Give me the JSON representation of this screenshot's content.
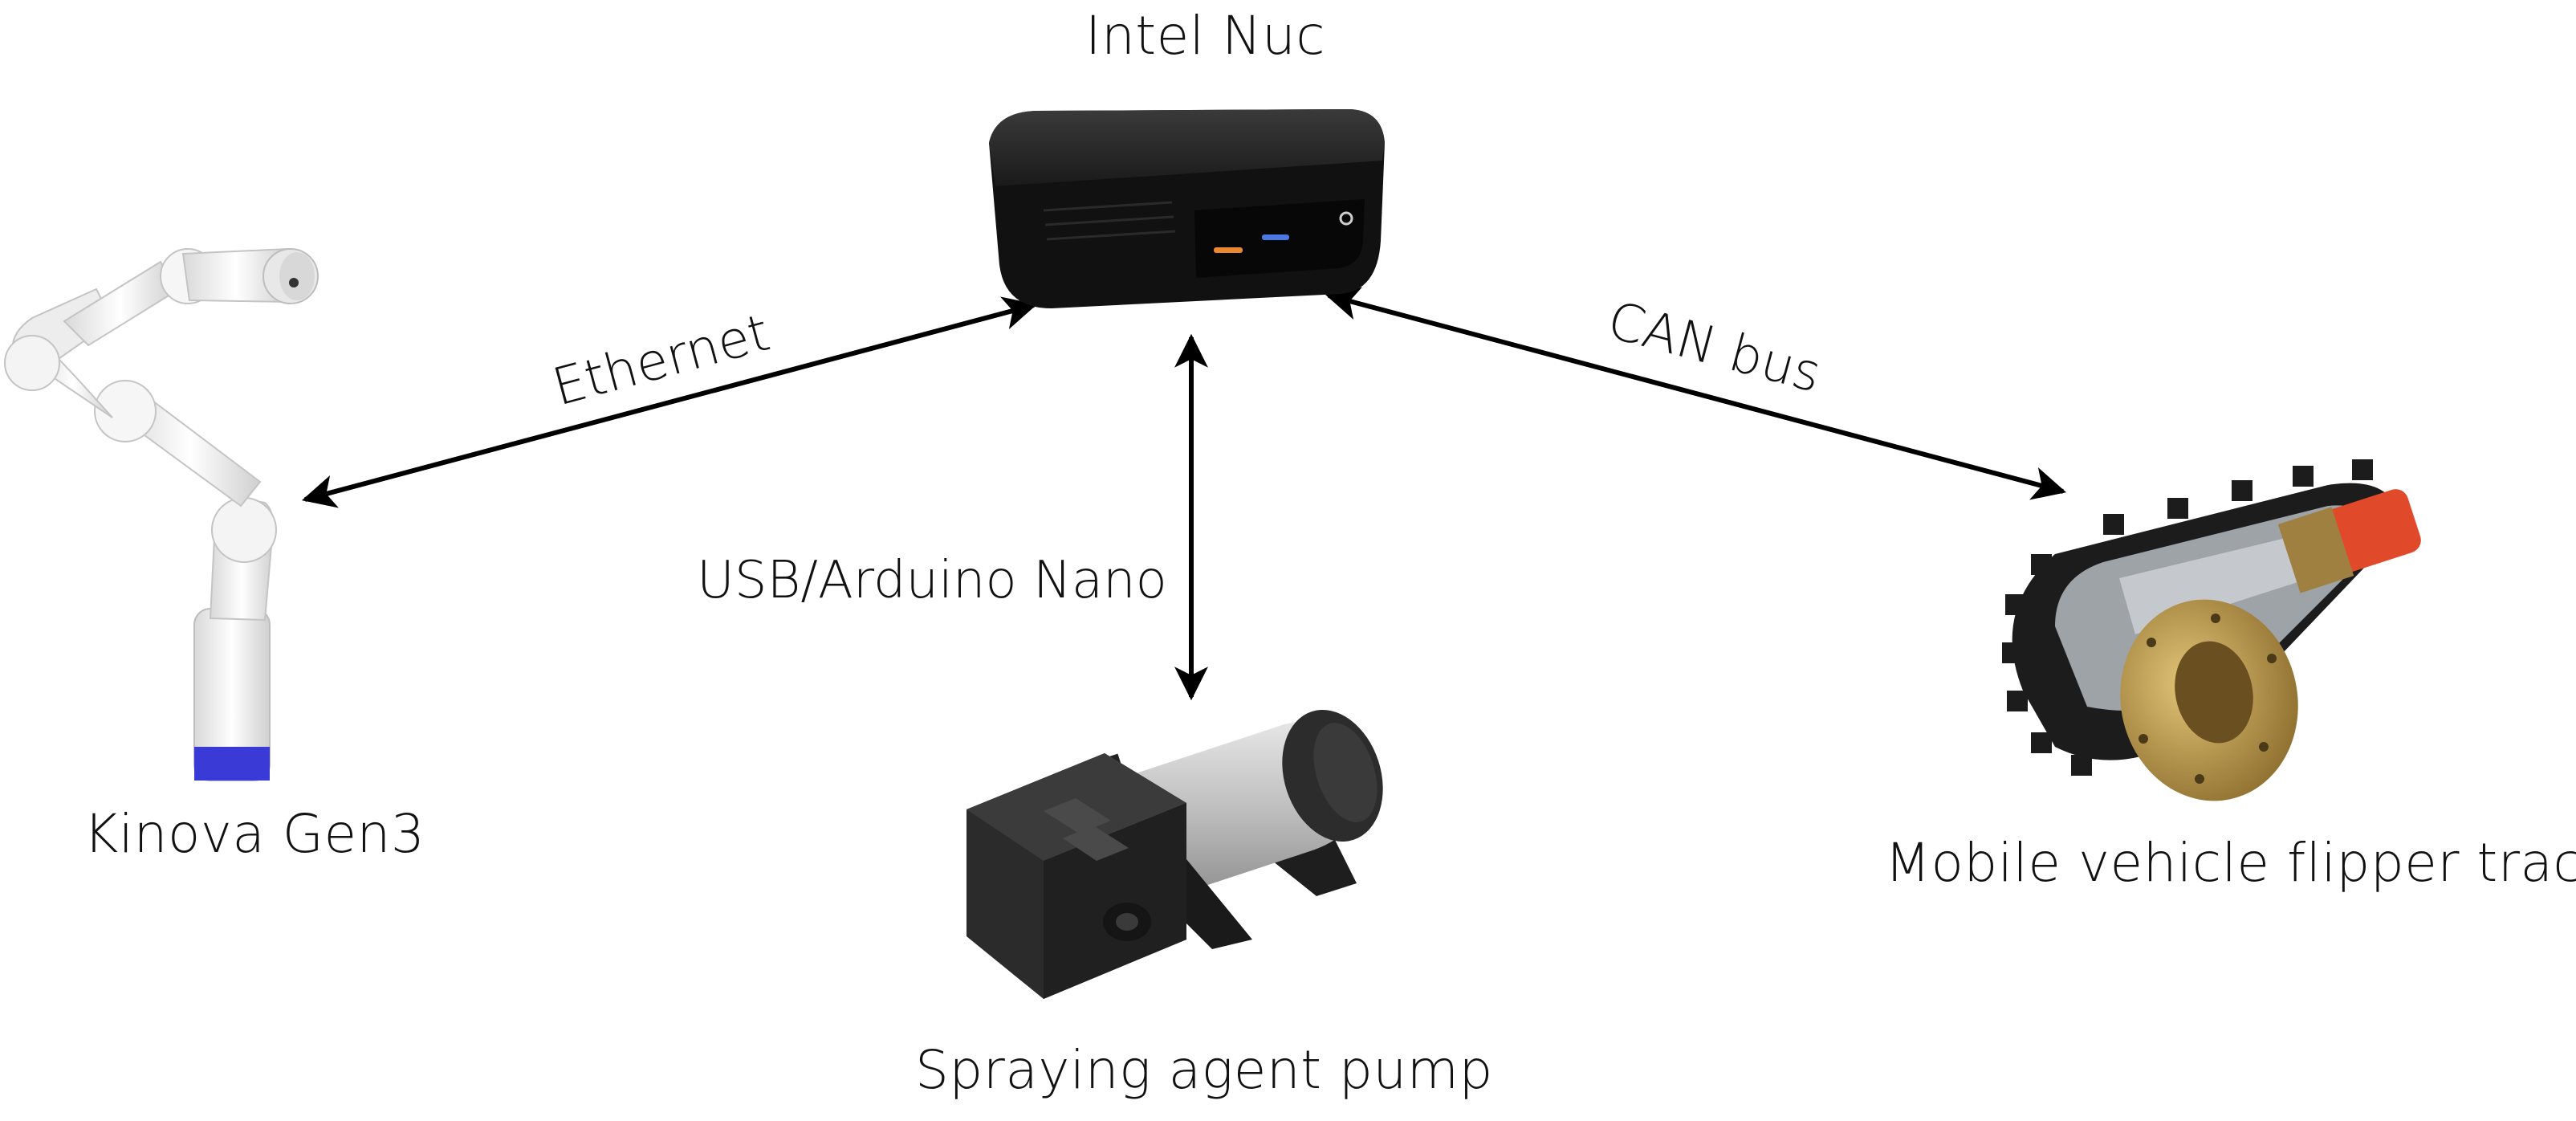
{
  "nodes": {
    "nuc": {
      "label": "Intel Nuc",
      "icon": "mini-pc-icon"
    },
    "arm": {
      "label": "Kinova Gen3",
      "icon": "robot-arm-icon"
    },
    "pump": {
      "label": "Spraying agent pump",
      "icon": "pump-icon"
    },
    "tracks": {
      "label": "Mobile vehicle flipper tracks",
      "icon": "flipper-track-icon"
    }
  },
  "edges": {
    "ethernet": {
      "label": "Ethernet",
      "from": "Intel Nuc",
      "to": "Kinova Gen3",
      "bidirectional": true
    },
    "usb": {
      "label": "USB/Arduino Nano",
      "from": "Intel Nuc",
      "to": "Spraying agent pump",
      "bidirectional": true
    },
    "can": {
      "label": "CAN bus",
      "from": "Intel Nuc",
      "to": "Mobile vehicle flipper tracks",
      "bidirectional": true
    }
  },
  "colors": {
    "arrow": "#000000",
    "arm_body": "#f2f2f2",
    "arm_ring": "#3a3ad6",
    "nuc_body": "#1b1b1b",
    "usb_orange": "#e8892f",
    "usb_blue": "#4a78e0",
    "pump_body": "#2b2b2b",
    "pump_sleeve": "#c9c9c9",
    "track_brass": "#b8964a",
    "track_motor": "#e04a2a",
    "track_steel": "#9ea3a8"
  }
}
